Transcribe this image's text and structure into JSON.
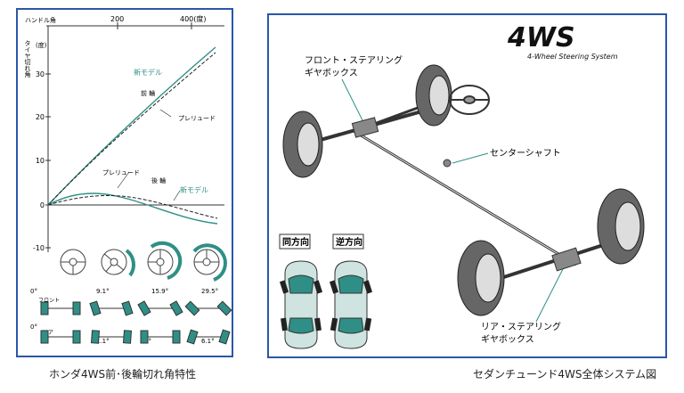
{
  "left_figure": {
    "caption": "ホンダ4WS前･後輪切れ角特性",
    "top_axis_label": "ハンドル角",
    "top_ticks": [
      "200",
      "400(度)"
    ],
    "y_axis_label": "タイヤ切れ角",
    "y_unit": "(度)",
    "y_ticks": [
      "30",
      "20",
      "10",
      "0",
      "-10"
    ],
    "curve_labels": {
      "new_model_front": "新モデル",
      "front_wheel": "前 輪",
      "prelude_front": "プレリュード",
      "prelude_rear": "プレリュード",
      "rear_wheel": "後 輪",
      "new_model_rear": "新モデル"
    },
    "row_labels": {
      "front": "フロント",
      "rear": "リア"
    },
    "angle_labels": [
      "0°",
      "9.1°",
      "15.9°",
      "29.5°",
      "0°",
      "1.1°",
      "0°",
      "6.1°"
    ],
    "colors": {
      "teal": "#2f8f86",
      "blue": "#2a57a6"
    }
  },
  "right_figure": {
    "caption": "セダンチューンド4WS全体システム図",
    "logo": "4WS",
    "logo_subtitle": "4-Wheel Steering System",
    "labels": {
      "front_gearbox": [
        "フロント・ステアリング",
        "ギヤボックス"
      ],
      "center_shaft": "センターシャフト",
      "rear_gearbox": [
        "リア・ステアリング",
        "ギヤボックス"
      ],
      "same_phase": "同方向",
      "opposite_phase": "逆方向"
    },
    "colors": {
      "teal": "#2f8f86",
      "tire": "#555555"
    }
  }
}
